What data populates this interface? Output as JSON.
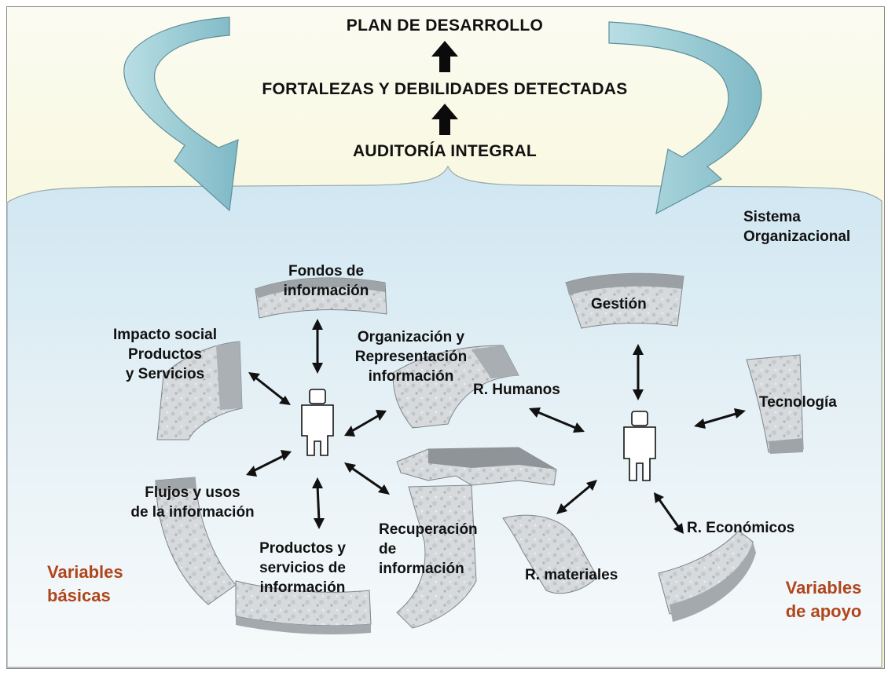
{
  "header": {
    "plan": "PLAN DE DESARROLLO",
    "fortalezas": "FORTALEZAS Y DEBILIDADES DETECTADAS",
    "auditoria": "AUDITORÍA INTEGRAL"
  },
  "system_label": [
    "Sistema",
    "Organizacional"
  ],
  "basic_nodes": {
    "fondos": [
      "Fondos de",
      "información"
    ],
    "impacto": [
      "Impacto social",
      "Productos",
      "y Servicios"
    ],
    "organizacion": [
      "Organización y",
      "Representación",
      "información"
    ],
    "flujos": [
      "Flujos y  usos",
      "de la información"
    ],
    "productos": [
      "Productos y",
      "servicios de",
      "información"
    ],
    "recuperacion": [
      "Recuperación",
      "de",
      "información"
    ]
  },
  "support_nodes": {
    "gestion": "Gestión",
    "humanos": "R. Humanos",
    "tecnologia": "Tecnología",
    "materiales": "R. materiales",
    "economicos": "R. Económicos"
  },
  "groups": {
    "basicas": [
      "Variables",
      "básicas"
    ],
    "apoyo": [
      "Variables",
      "de apoyo"
    ]
  },
  "colors": {
    "top_band": "#f6f4c6",
    "bottom_area": "#dcecf4",
    "cycle_arrow": "#8ec4cf",
    "group_label": "#b0451c",
    "slab": "#c9cdd1"
  }
}
